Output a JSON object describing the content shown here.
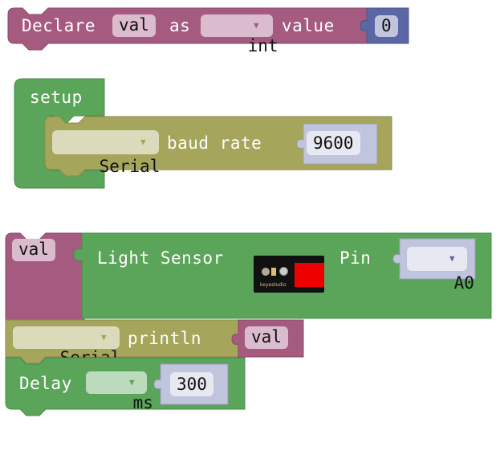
{
  "colors": {
    "variable": "#a55b80",
    "variable_light": "#dbbcce",
    "math": "#5b67a5",
    "math_light": "#c0c4dd",
    "setup": "#5ba55b",
    "serial": "#a5a55b",
    "serial_light": "#dbdbbc",
    "value_socket": "#c0c4dd",
    "value_field": "#e7e8f1",
    "delay_light": "#bcdbbc"
  },
  "declare_block": {
    "label_declare": "Declare",
    "var_name": "val",
    "label_as": "as",
    "type_value": "int",
    "label_value": "value",
    "initial_value": "0"
  },
  "setup_block": {
    "label": "setup",
    "serial_block": {
      "port": "Serial",
      "label": "baud rate",
      "baud": "9600"
    }
  },
  "loop_blocks": {
    "assign_var": "val",
    "light_sensor": {
      "label": "Light Sensor",
      "image_caption": "keyestudio",
      "pin_label": "Pin",
      "pin_value": "A0"
    },
    "println_block": {
      "port": "Serial",
      "label": "println",
      "arg": "val"
    },
    "delay_block": {
      "label": "Delay",
      "unit": "ms",
      "value": "300"
    }
  },
  "icons": {
    "dropdown": "▼"
  }
}
